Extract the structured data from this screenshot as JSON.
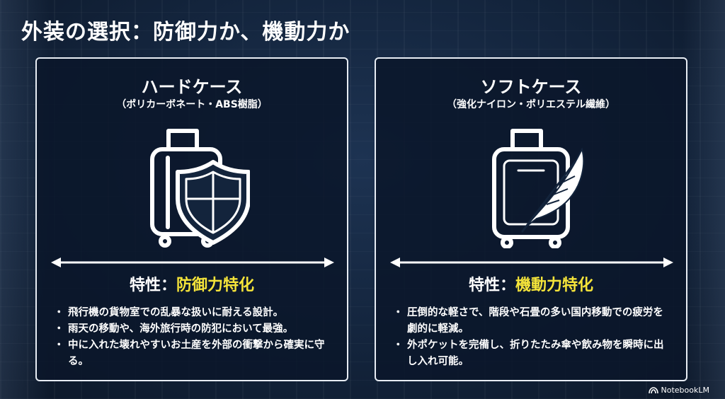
{
  "slide": {
    "title": "外装の選択：防御力か、機動力か"
  },
  "cards": [
    {
      "title": "ハードケース",
      "subtitle": "（ポリカーボネート・ABS樹脂）",
      "icon": "suitcase-shield-icon",
      "feature_label": "特性：",
      "feature_value": "防御力特化",
      "bullets": [
        "飛行機の貨物室での乱暴な扱いに耐える設計。",
        "雨天の移動や、海外旅行時の防犯において最強。",
        "中に入れた壊れやすいお土産を外部の衝撃から確実に守る。"
      ]
    },
    {
      "title": "ソフトケース",
      "subtitle": "（強化ナイロン・ポリエステル繊維）",
      "icon": "suitcase-feather-icon",
      "feature_label": "特性：",
      "feature_value": "機動力特化",
      "bullets": [
        "圧倒的な軽さで、階段や石畳の多い国内移動での疲労を劇的に軽減。",
        "外ポケットを完備し、折りたたみ傘や飲み物を瞬時に出し入れ可能。"
      ]
    }
  ],
  "brand": {
    "label": "NotebookLM",
    "icon": "notebooklm-logo-icon"
  },
  "colors": {
    "accent": "#f5e43a",
    "card_border": "#e8edf4",
    "background": "#12223a"
  }
}
